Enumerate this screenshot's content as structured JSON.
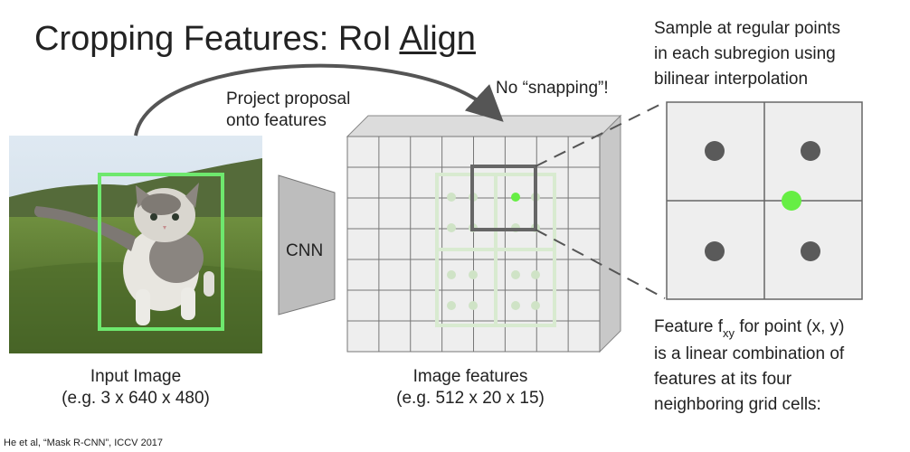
{
  "title": {
    "prefix": "Cropping Features: RoI ",
    "underlined": "Align"
  },
  "labels": {
    "project_line1": "Project proposal",
    "project_line2": "onto features",
    "no_snapping": "No “snapping”!",
    "cnn": "CNN",
    "input_image_line1": "Input Image",
    "input_image_line2": "(e.g. 3 x 640 x 480)",
    "image_features_line1": "Image features",
    "image_features_line2": "(e.g. 512 x 20 x 15)",
    "sample_line1": "Sample at regular points",
    "sample_line2": "in each subregion using",
    "sample_line3": "bilinear interpolation",
    "feature_line1_a": "Feature f",
    "feature_line1_sub": "xy",
    "feature_line1_b": " for point (x, y)",
    "feature_line2": "is a linear combination of",
    "feature_line3": "features at its four",
    "feature_line4": "neighboring grid cells:"
  },
  "citation": "He et al, “Mask R-CNN”, ICCV 2017",
  "colors": {
    "proposal_box": "#6ee86e",
    "sample_point_active": "#66ee44",
    "sample_point": "#5a5a5a",
    "grid_face": "#eeeeee",
    "grid_side": "#c8c8c8",
    "grid_line": "#777777"
  }
}
